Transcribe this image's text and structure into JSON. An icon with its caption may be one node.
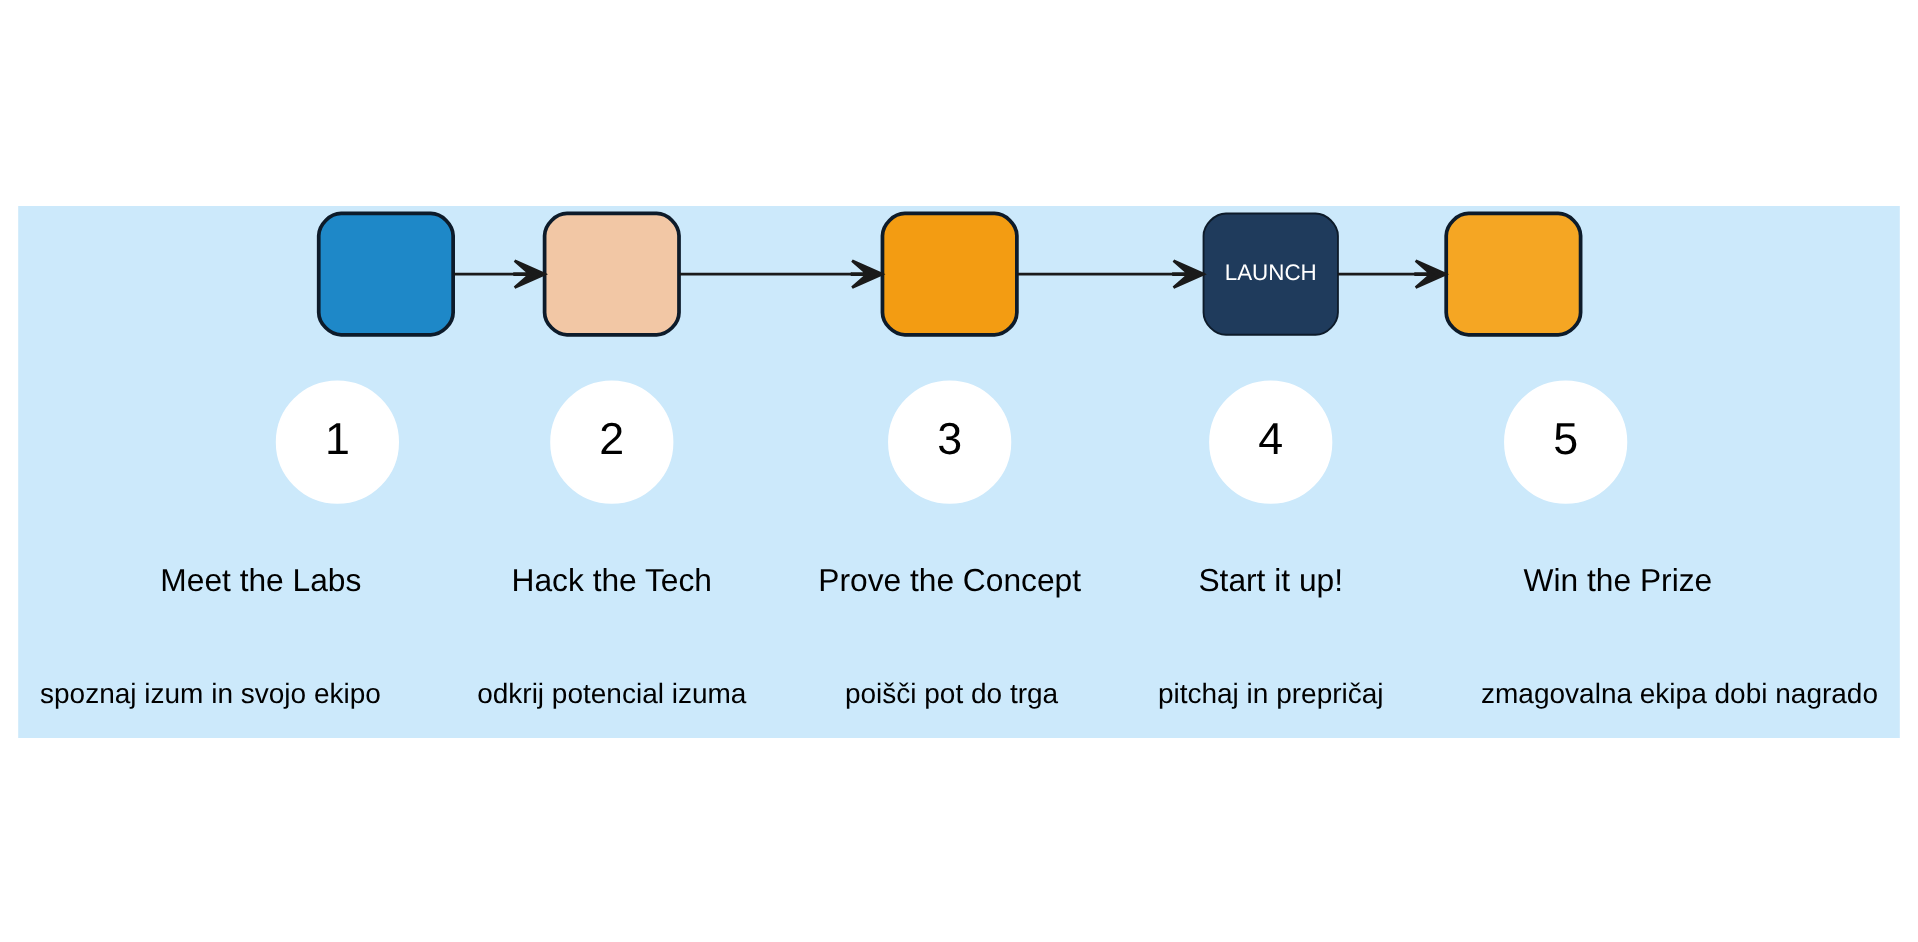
{
  "diagram": {
    "nodes": [
      {
        "text": [],
        "shape": "box"
      },
      {
        "text": [],
        "shape": "box"
      },
      {
        "text": [],
        "shape": "box"
      },
      {
        "text": [
          "LAUNCH"
        ]
      },
      {
        "text": [],
        "shape": "box"
      },
      {
        "text": [
          "1"
        ],
        "beside": [
          "Meet the Labs",
          "spoznaj izum in svojo ekipo"
        ]
      },
      {
        "text": [
          "2"
        ],
        "beside": [
          "Hack the Tech",
          "odkrij potencial izuma"
        ]
      },
      {
        "text": [
          "3"
        ],
        "beside": [
          "Prove the Concept",
          "poišči pot do trga"
        ]
      },
      {
        "text": [
          "4"
        ],
        "beside": [
          "Start it up!",
          "pitchaj in prepričaj"
        ]
      },
      {
        "text": [
          "5"
        ],
        "beside": [
          "Win the Prize",
          "zmagovalna ekipa dobi nagrado"
        ]
      }
    ],
    "edges": [
      {
        "from": 0,
        "to": 1,
        "arrow": "to"
      },
      {
        "from": 1,
        "to": 2,
        "arrow": "to"
      },
      {
        "from": 2,
        "to": 3,
        "arrow": "to"
      },
      {
        "from": 3,
        "to": 4,
        "arrow": "to"
      }
    ]
  }
}
